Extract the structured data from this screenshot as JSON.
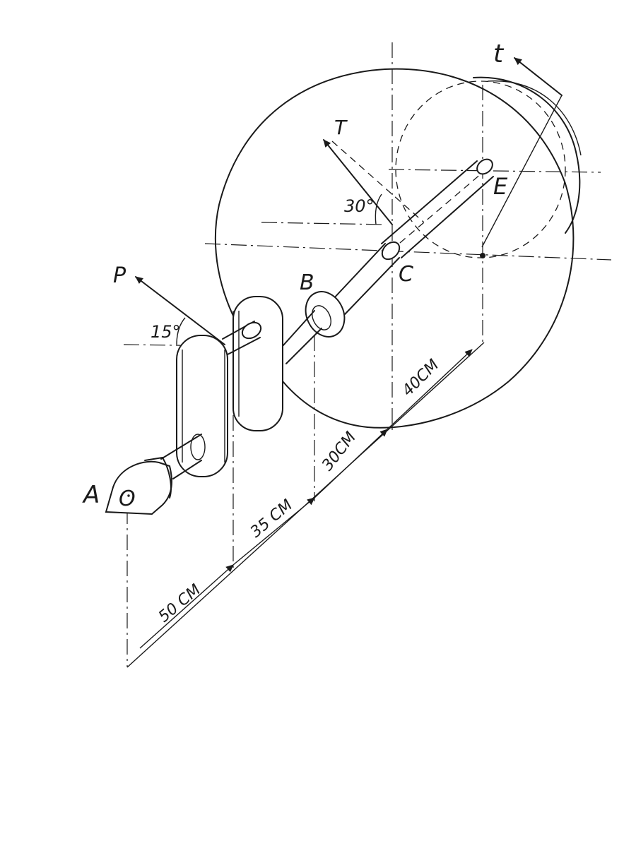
{
  "labels": {
    "point_a": "A",
    "point_o": "O",
    "point_b": "B",
    "point_c": "C",
    "point_e": "E",
    "force_p": "P",
    "force_t_small": "T",
    "force_t_large": "t",
    "angle_p": "15°",
    "angle_t": "30°"
  },
  "dimensions": {
    "d1": "50 CM",
    "d2": "35 CM",
    "d3": "30CM",
    "d4": "40CM"
  },
  "colors": {
    "ink": "#1a1a1a",
    "paper": "#ffffff"
  }
}
